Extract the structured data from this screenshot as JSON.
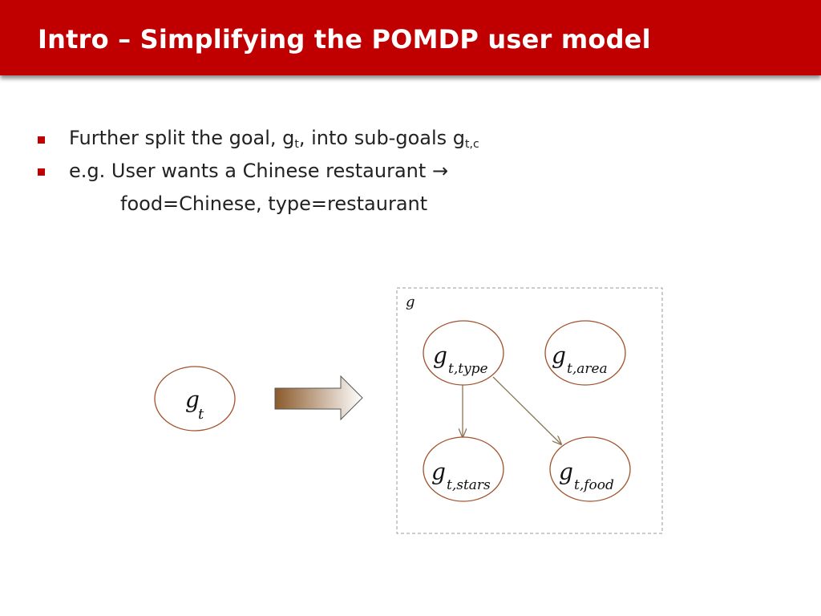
{
  "title": "Intro – Simplifying the POMDP user model",
  "bullets": [
    {
      "text": "Further split the goal, g",
      "sub1": "t",
      "mid": ", into sub-goals g",
      "sub2": "t,c"
    },
    {
      "text": "e.g. User wants a Chinese restaurant",
      "arrow_glyph": "→",
      "continuation": "food=Chinese, type=restaurant"
    }
  ],
  "diagram": {
    "left_node": {
      "base": "g",
      "sub": "t"
    },
    "group_label": "g",
    "nodes": [
      {
        "id": "type",
        "base": "g",
        "sub": "t,type"
      },
      {
        "id": "area",
        "base": "g",
        "sub": "t,area"
      },
      {
        "id": "stars",
        "base": "g",
        "sub": "t,stars"
      },
      {
        "id": "food",
        "base": "g",
        "sub": "t,food"
      }
    ],
    "edges": [
      {
        "from": "type",
        "to": "stars"
      },
      {
        "from": "type",
        "to": "food"
      }
    ],
    "colors": {
      "node_stroke": "#a0522d",
      "edge": "#8b7355",
      "arrow_gradient_start": "#8b5a2b",
      "arrow_gradient_end": "#ffffff",
      "dashed_border": "#999999"
    }
  }
}
